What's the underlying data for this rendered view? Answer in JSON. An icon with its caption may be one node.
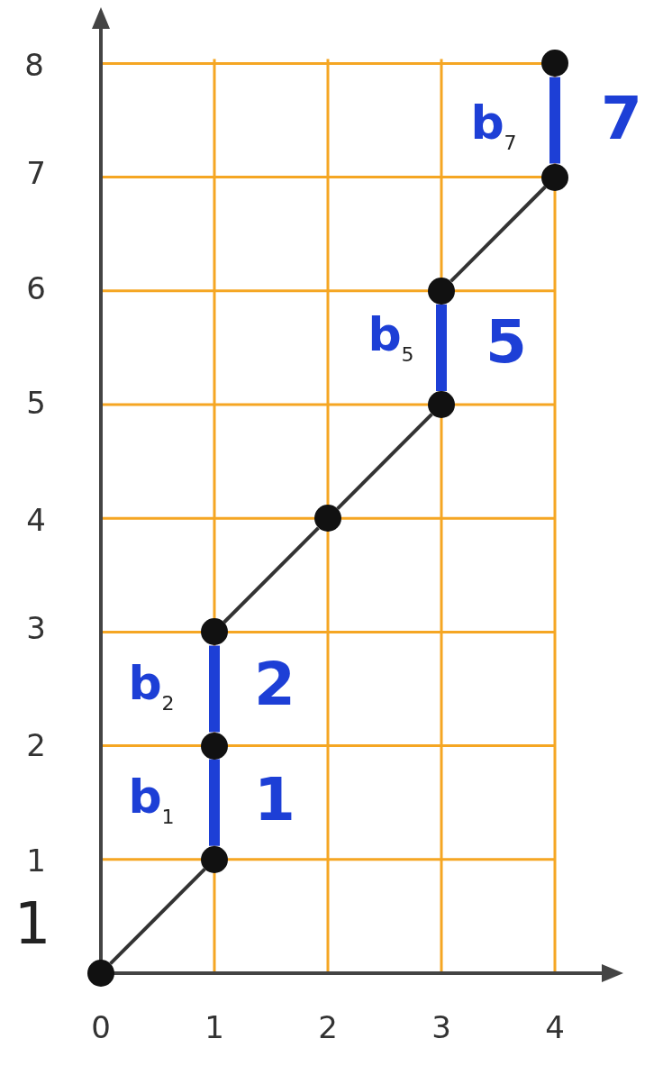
{
  "diagram": {
    "nodes": [
      {
        "text": [],
        "shape": "circle"
      },
      {
        "text": [],
        "shape": "circle"
      },
      {
        "text": [],
        "shape": "circle"
      },
      {
        "text": [],
        "shape": "circle"
      },
      {
        "text": [],
        "shape": "circle"
      },
      {
        "text": [],
        "shape": "circle"
      },
      {
        "text": [],
        "shape": "circle"
      },
      {
        "text": [],
        "shape": "circle"
      },
      {
        "text": [],
        "shape": "circle"
      }
    ],
    "edges": [
      {
        "from": 8,
        "to": 7,
        "arrow": "none"
      },
      {
        "from": 7,
        "to": 6,
        "arrow": "none",
        "style": "thick",
        "color": "#1d3fd6"
      },
      {
        "from": 6,
        "to": 5,
        "arrow": "none",
        "style": "thick",
        "color": "#1d3fd6"
      },
      {
        "from": 5,
        "to": 4,
        "arrow": "none"
      },
      {
        "from": 4,
        "to": 3,
        "arrow": "none"
      },
      {
        "from": 3,
        "to": 2,
        "arrow": "none",
        "style": "thick",
        "color": "#1d3fd6"
      },
      {
        "from": 2,
        "to": 1,
        "arrow": "none"
      },
      {
        "from": 1,
        "to": 0,
        "arrow": "none",
        "style": "thick",
        "color": "#1d3fd6"
      }
    ],
    "labels": [
      "8",
      "b$_{7}$",
      "7",
      "7",
      "6",
      "b$_{5}$",
      "5",
      "5",
      "4",
      "3",
      "b$_{2}$",
      "2",
      "2",
      "b$_{1}$",
      "1",
      "1",
      "1",
      "0",
      "1",
      "2",
      "3",
      "4"
    ]
  }
}
